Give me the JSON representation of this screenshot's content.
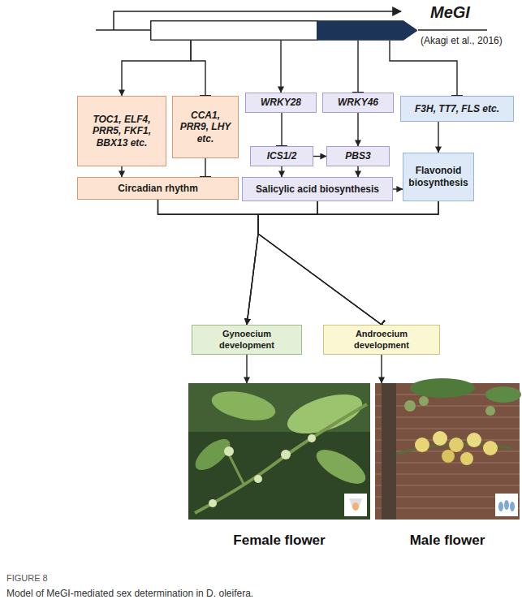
{
  "diagram": {
    "caption": "Model of MeGI-mediated sex determination in D. oleifera.",
    "nodes": [
      {
        "text": [
          "MeGI"
        ]
      },
      {
        "text": [
          "TOC1, ELF4, PRR5, FKF1, BBX13 etc."
        ]
      },
      {
        "text": [
          "CCA1, PRR9, LHY etc."
        ]
      },
      {
        "text": [
          "WRKY28"
        ]
      },
      {
        "text": [
          "WRKY46"
        ]
      },
      {
        "text": [
          "F3H, TT7, FLS etc."
        ]
      },
      {
        "text": [
          "ICS1/2"
        ]
      },
      {
        "text": [
          "PBS3"
        ]
      },
      {
        "text": [
          "Circadian rhythm"
        ]
      },
      {
        "text": [
          "Salicylic acid biosynthesis"
        ]
      },
      {
        "text": [
          "Flavonoid biosynthesis"
        ]
      },
      {
        "text": [
          "Gynoecium development"
        ]
      },
      {
        "text": [
          "Androecium development"
        ]
      },
      {
        "text": [
          "Female flower"
        ]
      },
      {
        "text": [
          "Male flower"
        ]
      }
    ],
    "edges": [
      {
        "from": 0,
        "to": 1,
        "arrow": "to"
      },
      {
        "from": 0,
        "to": 2,
        "arrow": "to"
      },
      {
        "from": 0,
        "to": 3,
        "arrow": "to"
      },
      {
        "from": 0,
        "to": 4,
        "arrow": "to"
      },
      {
        "from": 0,
        "to": 5,
        "arrow": "to"
      },
      {
        "from": 3,
        "to": 6,
        "arrow": "to"
      },
      {
        "from": 6,
        "to": 7,
        "arrow": "to"
      },
      {
        "from": 4,
        "to": 7,
        "arrow": "to"
      },
      {
        "from": 1,
        "to": 8,
        "arrow": "to"
      },
      {
        "from": 2,
        "to": 8,
        "arrow": "to"
      },
      {
        "from": 6,
        "to": 9,
        "arrow": "to"
      },
      {
        "from": 7,
        "to": 9,
        "arrow": "to"
      },
      {
        "from": 9,
        "to": 10,
        "arrow": "to"
      },
      {
        "from": 5,
        "to": 10,
        "arrow": "to"
      },
      {
        "from": 8,
        "to": 11,
        "arrow": "to"
      },
      {
        "from": 9,
        "to": 11,
        "arrow": "to"
      },
      {
        "from": 10,
        "to": 11,
        "arrow": "to"
      },
      {
        "from": 8,
        "to": 12,
        "arrow": "to"
      },
      {
        "from": 9,
        "to": 12,
        "arrow": "to"
      },
      {
        "from": 10,
        "to": 12,
        "arrow": "to"
      },
      {
        "from": 11,
        "to": 13,
        "arrow": "to"
      },
      {
        "from": 12,
        "to": 14,
        "arrow": "to"
      }
    ],
    "labels": [
      "(Akagi et al., 2016)",
      "FIGURE 8"
    ]
  }
}
